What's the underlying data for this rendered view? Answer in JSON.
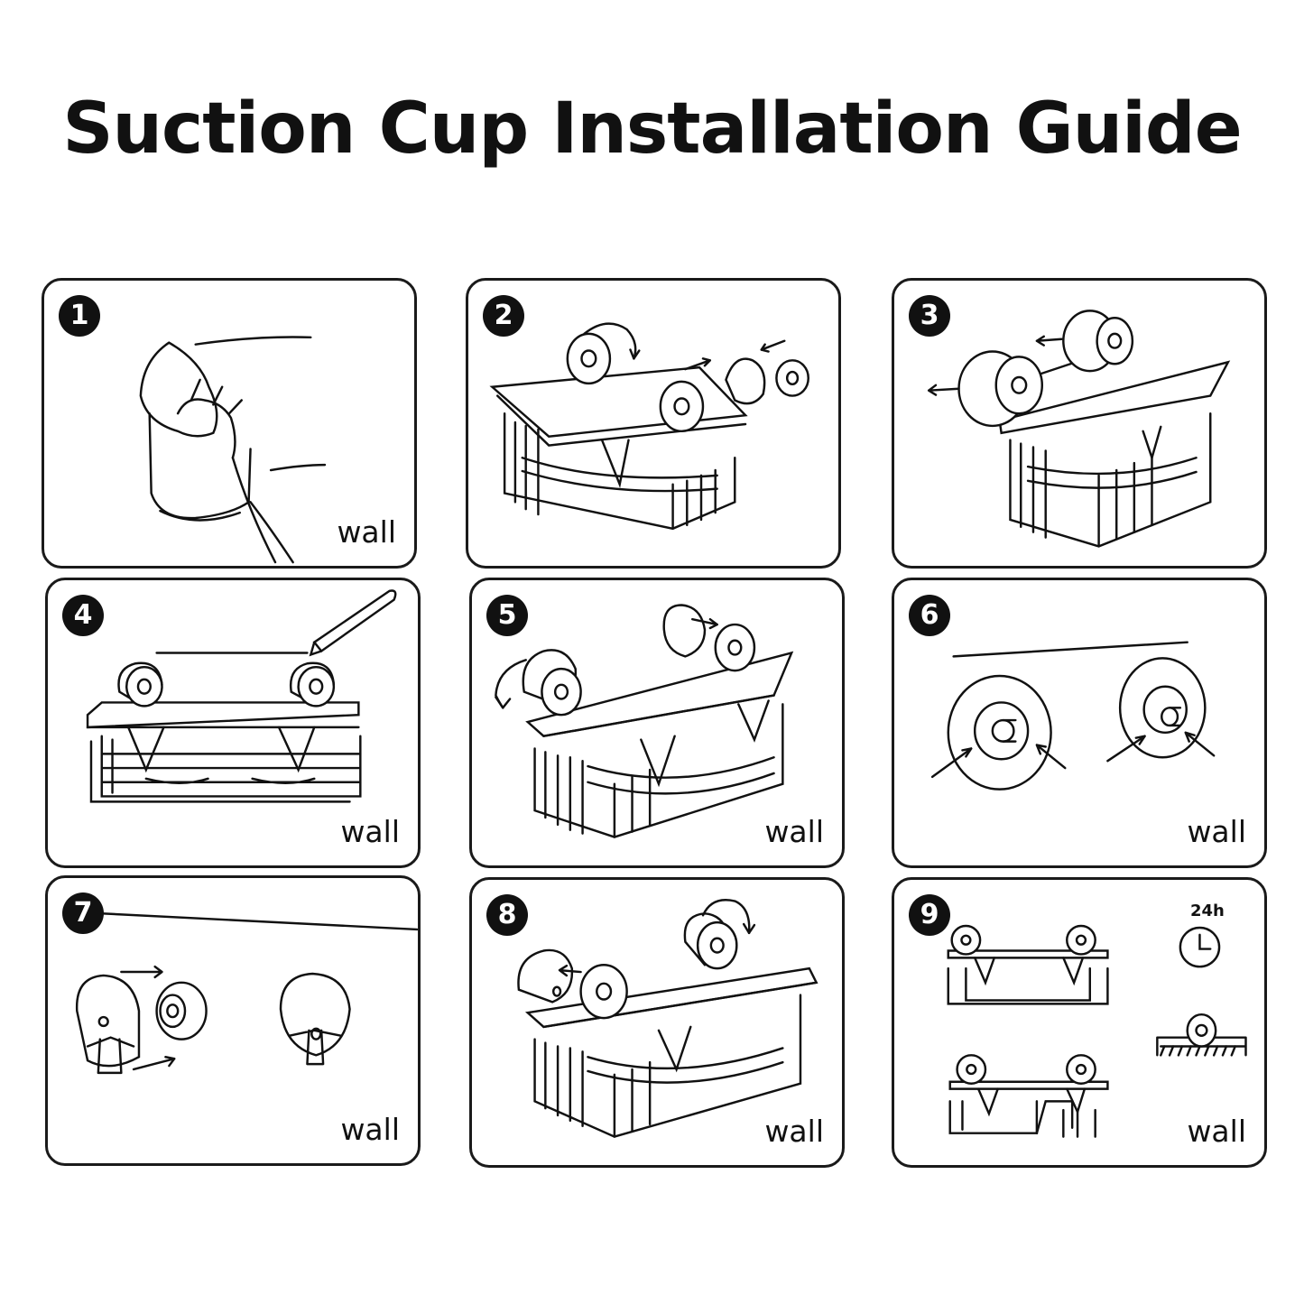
{
  "title": "Suction Cup Installation Guide",
  "wall_label": "wall",
  "hours_label": "24h",
  "steps": [
    {
      "number": "1"
    },
    {
      "number": "2"
    },
    {
      "number": "3"
    },
    {
      "number": "4"
    },
    {
      "number": "5"
    },
    {
      "number": "6"
    },
    {
      "number": "7"
    },
    {
      "number": "8"
    },
    {
      "number": "9"
    }
  ],
  "colors": {
    "ink": "#111111",
    "background": "#ffffff"
  }
}
